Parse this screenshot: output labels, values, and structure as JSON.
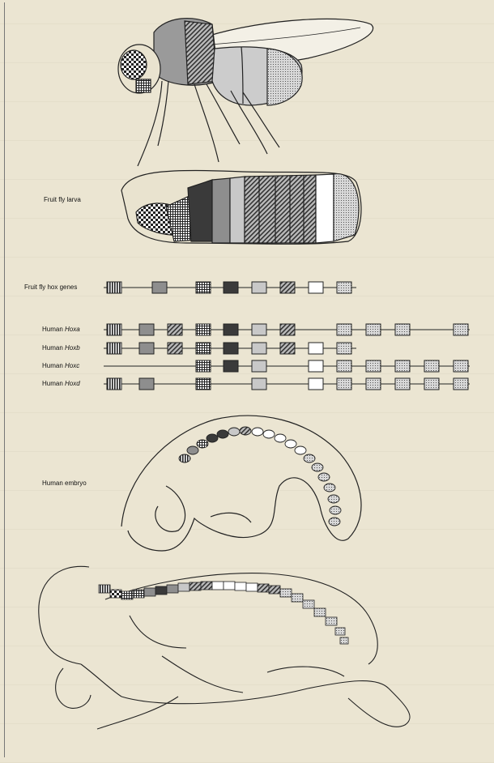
{
  "labels": {
    "larva": "Fruit fly larva",
    "fly_genes": "Fruit fly hox genes",
    "hoxa_prefix": "Human ",
    "hoxa_name": "Hoxa",
    "hoxb_prefix": "Human ",
    "hoxb_name": "Hoxb",
    "hoxc_prefix": "Human ",
    "hoxc_name": "Hoxc",
    "hoxd_prefix": "Human ",
    "hoxd_name": "Hoxd",
    "embryo": "Human embryo"
  },
  "colors": {
    "background": "#ebe5d2",
    "line": "#222222",
    "dark": "#3a3a3a",
    "mid_gray": "#8e8e8e",
    "light_gray": "#c8c8c8",
    "white": "#ffffff"
  },
  "gene_clusters": [
    {
      "name": "fruit-fly",
      "boxes": [
        "stripes",
        "darkgray",
        "grid",
        "black",
        "lightgray",
        "hatch",
        "white",
        "dots"
      ]
    },
    {
      "name": "hoxa",
      "boxes": [
        "stripes",
        "darkgray",
        "hatch",
        "grid",
        "black",
        "lightgray",
        "hatch",
        "dots",
        "dots",
        "dots",
        "dots"
      ]
    },
    {
      "name": "hoxb",
      "boxes": [
        "stripes",
        "darkgray",
        "hatch",
        "grid",
        "black",
        "lightgray",
        "hatch",
        "white",
        "dots"
      ]
    },
    {
      "name": "hoxc",
      "boxes": [
        "grid",
        "black",
        "lightgray",
        "white",
        "dots",
        "dots",
        "dots",
        "dots",
        "dots"
      ]
    },
    {
      "name": "hoxd",
      "boxes": [
        "stripes",
        "darkgray",
        "grid",
        "lightgray",
        "white",
        "dots",
        "dots",
        "dots",
        "dots",
        "dots"
      ]
    }
  ]
}
